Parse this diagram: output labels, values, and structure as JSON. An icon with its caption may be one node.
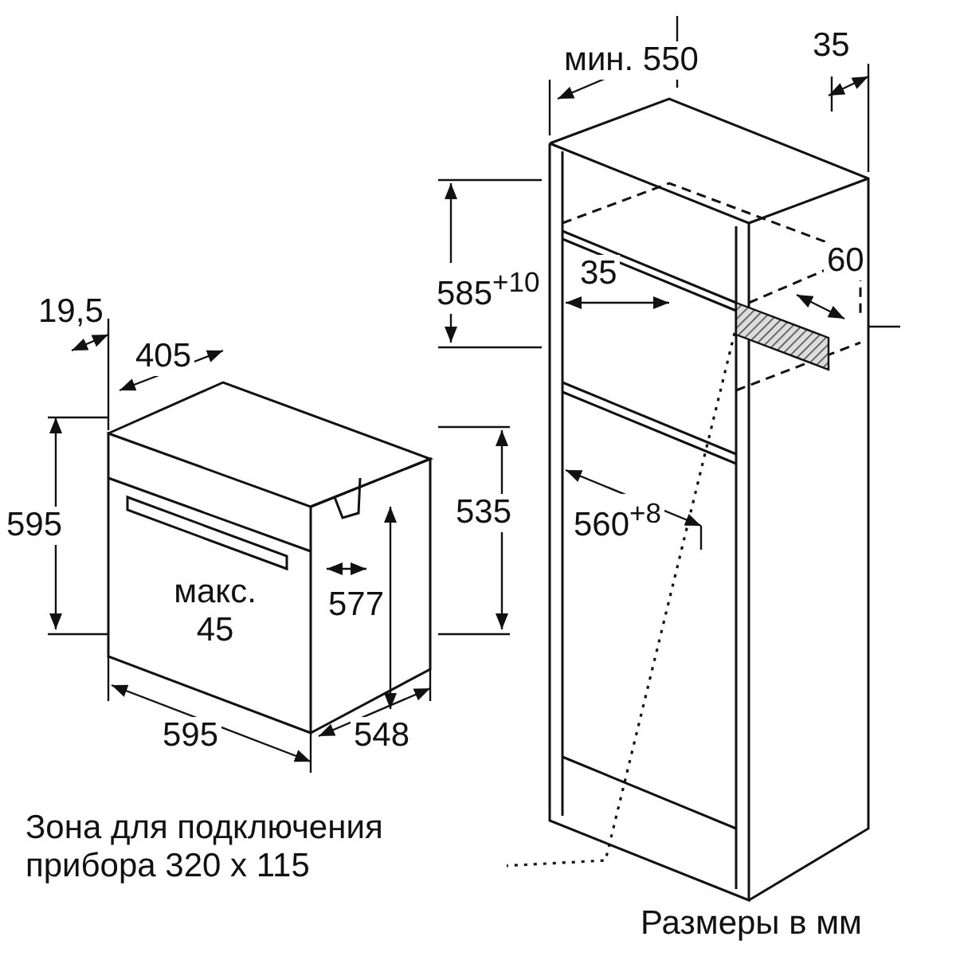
{
  "diagram": {
    "nodes": [
      {
        "text": [
          "Зона для подключения прибора 320 x 115"
        ]
      },
      {
        "text": [],
        "shape": "box"
      }
    ],
    "edges": [
      {
        "from": 0,
        "to": 1,
        "arrow": "none",
        "style": "dashed"
      }
    ],
    "labels": [
      "мин. 550",
      "35",
      "585$^{+10}$",
      "35",
      "60",
      "19,5",
      "405",
      "595",
      "535",
      "577",
      "560$^{+8}$",
      "макс. 45",
      "595",
      "548",
      "Размеры в мм"
    ]
  }
}
